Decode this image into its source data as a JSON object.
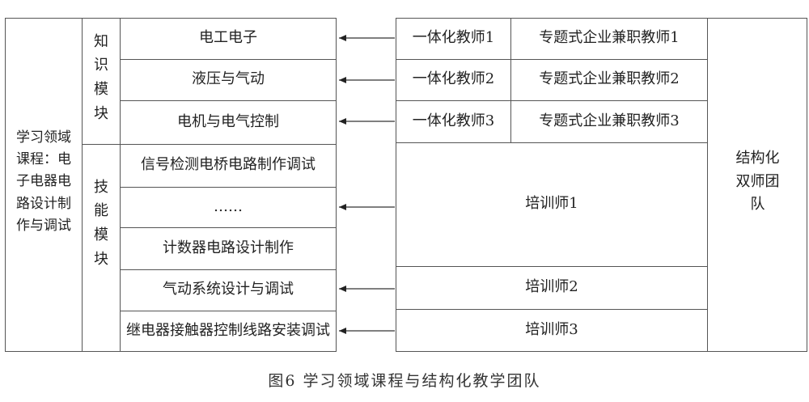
{
  "course": {
    "label": "学习领域课程：电子电器电路设计制作与调试"
  },
  "modules": {
    "knowledge": "知识模块",
    "skill": "技能模块"
  },
  "course_items": [
    "电工电子",
    "液压与气动",
    "电机与电气控制",
    "信号检测电桥电路制作调试",
    "……",
    "计数器电路设计制作",
    "气动系统设计与调试",
    "继电器接触器控制线路安装调试"
  ],
  "teachers": {
    "integrated": [
      "一体化教师1",
      "一体化教师2",
      "一体化教师3"
    ],
    "part_time": [
      "专题式企业兼职教师1",
      "专题式企业兼职教师2",
      "专题式企业兼职教师3"
    ],
    "trainers": [
      "培训师1",
      "培训师2",
      "培训师3"
    ]
  },
  "team": {
    "label": "结构化双师团队"
  },
  "caption": "图6 学习领域课程与结构化教学团队"
}
